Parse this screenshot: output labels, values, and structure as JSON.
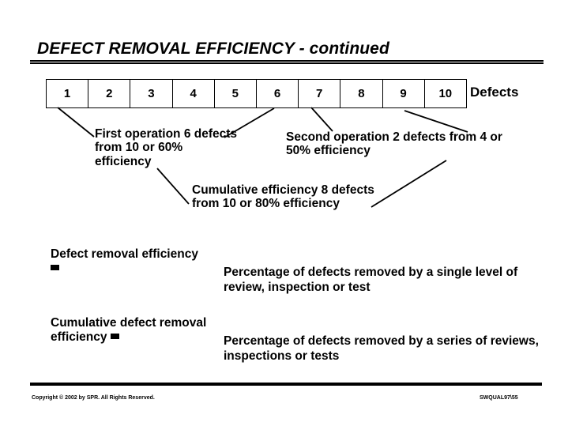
{
  "slide": {
    "title": "DEFECT REMOVAL EFFICIENCY - continued",
    "accent_color": "#000000",
    "background_color": "#ffffff"
  },
  "defect_table": {
    "cells": [
      "1",
      "2",
      "3",
      "4",
      "5",
      "6",
      "7",
      "8",
      "9",
      "10"
    ],
    "row_label": "Defects"
  },
  "callouts": [
    {
      "id": "first-operation",
      "text": "First operation 6 defects from 10 or 60% efficiency"
    },
    {
      "id": "second-operation",
      "text": "Second operation 2 defects from 4 or 50% efficiency"
    },
    {
      "id": "cumulative-efficiency",
      "text": "Cumulative efficiency 8 defects from 10 or 80% efficiency"
    }
  ],
  "definitions": [
    {
      "id": "defect-removal-efficiency",
      "term": "Defect removal efficiency",
      "equals_glyph": "filled-square",
      "description": "Percentage of defects removed by a single level of review, inspection or test"
    },
    {
      "id": "cumulative-defect-removal-efficiency",
      "term": "Cumulative defect removal efficiency",
      "equals_glyph": "filled-square",
      "description": "Percentage of defects removed by a series of reviews, inspections or tests"
    }
  ],
  "footer": {
    "copyright": "Copyright © 2002 by SPR.  All Rights Reserved.",
    "document_code": "SWQUAL97\\55"
  }
}
